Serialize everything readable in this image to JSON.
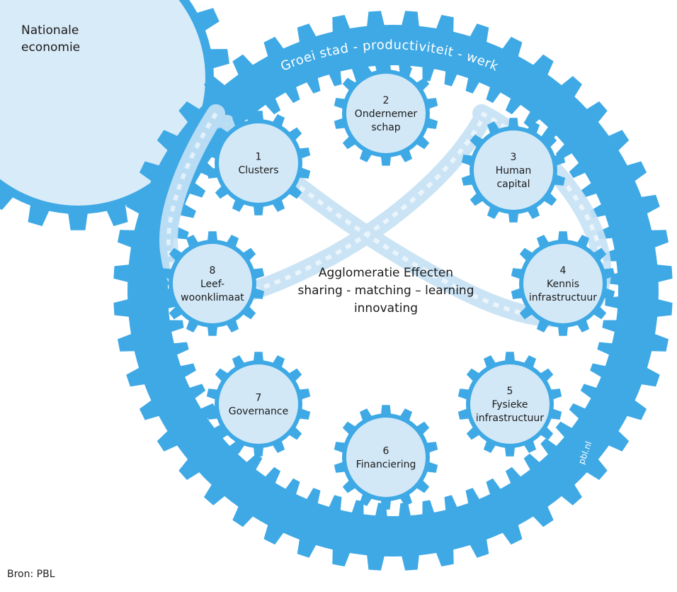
{
  "national_economy": {
    "line1": "Nationale",
    "line2": "economie"
  },
  "outer_ring": {
    "label": "Groei stad - productiviteit - werk",
    "credit": "pbl.nl"
  },
  "center": {
    "line1": "Agglomeratie Effecten",
    "line2": "sharing - matching – learning",
    "line3": "innovating"
  },
  "gears": [
    {
      "number": "1",
      "lines": [
        "Clusters"
      ]
    },
    {
      "number": "2",
      "lines": [
        "Ondernemer",
        "schap"
      ]
    },
    {
      "number": "3",
      "lines": [
        "Human",
        "capital"
      ]
    },
    {
      "number": "4",
      "lines": [
        "Kennis",
        "infrastructuur"
      ]
    },
    {
      "number": "5",
      "lines": [
        "Fysieke",
        "infrastructuur"
      ]
    },
    {
      "number": "6",
      "lines": [
        "Financiering"
      ]
    },
    {
      "number": "7",
      "lines": [
        "Governance"
      ]
    },
    {
      "number": "8",
      "lines": [
        "Leef-",
        "woonklimaat"
      ]
    }
  ],
  "source": "Bron: PBL",
  "colors": {
    "gear_blue": "#3fa9e5",
    "gear_fill": "#d2e8f7",
    "belt": "#bcdcf2",
    "national": "#d8ebf8"
  }
}
